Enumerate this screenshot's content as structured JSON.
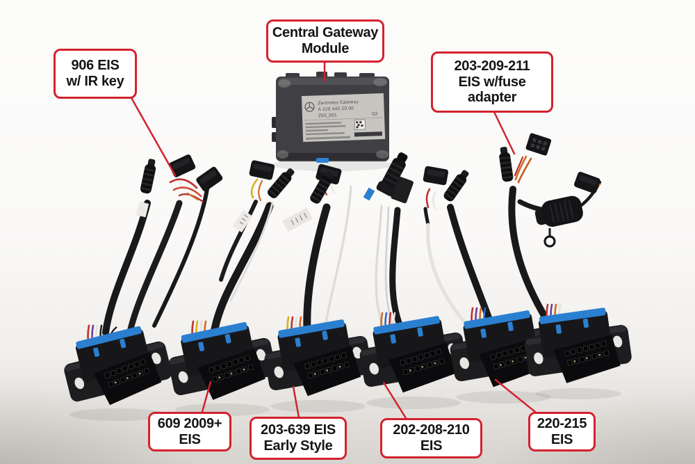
{
  "callouts": {
    "central_gateway": {
      "lines": [
        "Central Gateway",
        "Module"
      ]
    },
    "eis_906": {
      "lines": [
        "906 EIS",
        "w/ IR key"
      ]
    },
    "eis_203_209_211": {
      "lines": [
        "203-209-211",
        "EIS w/fuse",
        "adapter"
      ]
    },
    "eis_609": {
      "lines": [
        "609 2009+",
        "EIS"
      ]
    },
    "eis_203_639": {
      "lines": [
        "203-639 EIS",
        "Early Style"
      ]
    },
    "eis_202_208_210": {
      "lines": [
        "202-208-210",
        "EIS"
      ]
    },
    "eis_220_215": {
      "lines": [
        "220-215",
        "EIS"
      ]
    }
  },
  "module_label": {
    "title": "Zentrales Gateway",
    "part_number": "A 220 445 20 00",
    "code": "Z03_001",
    "revision": "Q2"
  },
  "icons": {
    "mercedes_star": "three-pointed-star-in-circle"
  },
  "style": {
    "callout_border": "#d3222e",
    "callout_bg": "#ffffff",
    "callout_text": "#151515",
    "leader_line": "#d3222e",
    "obd_blue": "#2b7fd0",
    "cable_black": "#19191b",
    "module_body": "#404044",
    "module_label_bg": "#c8c5c0",
    "background_top": "#fcfcfb",
    "background_bottom": "#d6d3cf"
  }
}
